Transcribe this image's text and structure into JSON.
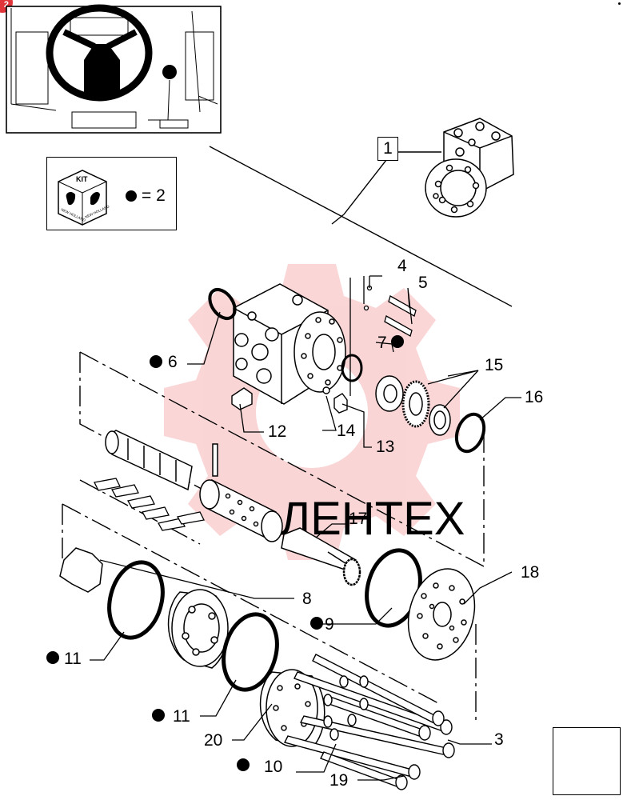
{
  "page_badge": "2",
  "kit": {
    "label": "KIT",
    "brand": "NEW HOLLAND",
    "equals": "= 2"
  },
  "assembly_ref": "1",
  "watermark": "ЛЕНТЕХ",
  "callouts": {
    "c3": "3",
    "c4": "4",
    "c5": "5",
    "c6": "6",
    "c7": "7",
    "c8": "8",
    "c9": "9",
    "c10": "10",
    "c11a": "11",
    "c11b": "11",
    "c12": "12",
    "c13": "13",
    "c14": "14",
    "c15": "15",
    "c16": "16",
    "c17": "17",
    "c18": "18",
    "c19": "19",
    "c20": "20"
  },
  "colors": {
    "ink": "#000000",
    "watermark": "#e8454a",
    "badge": "#e0353b"
  }
}
